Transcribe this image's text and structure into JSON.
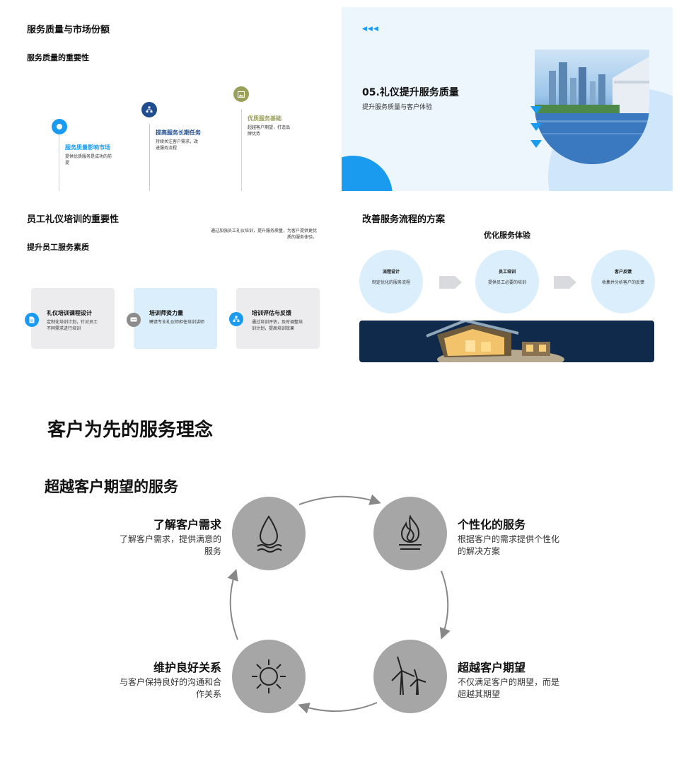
{
  "slide1": {
    "heading": "服务质量与市场份额",
    "subheading": "服务质量的重要性",
    "items": [
      {
        "title": "服务质量影响市场",
        "desc": "提供优质服务是成功的前提",
        "color": "#1a9bf0"
      },
      {
        "title": "提高服务长期任务",
        "desc": "持续关注客户需求，改进服务流程",
        "color": "#1f4d8f"
      },
      {
        "title": "优质服务基础",
        "desc": "超越客户期望，打造品牌优势",
        "color": "#9aa05a"
      }
    ]
  },
  "slide2": {
    "arrows": "◀◀◀",
    "title": "05.礼仪提升服务质量",
    "subtitle": "提升服务质量与客户体验"
  },
  "slide3": {
    "heading": "员工礼仪培训的重要性",
    "subheading": "提升员工服务素质",
    "note": "通过加强员工礼仪培训，提升服务质量，为客户提供更优质的服务体验。",
    "cards": [
      {
        "title": "礼仪培训课程设计",
        "desc": "定制化培训计划，针对员工不同需求进行培训",
        "icon": "document-icon"
      },
      {
        "title": "培训师资力量",
        "desc": "聘请专业礼仪师担任培训讲师",
        "icon": "chat-icon"
      },
      {
        "title": "培训评估与反馈",
        "desc": "通过培训评估，及时调整培训计划，提高培训效果",
        "icon": "org-chart-icon"
      }
    ]
  },
  "slide4": {
    "heading": "改善服务流程的方案",
    "subheading": "优化服务体验",
    "steps": [
      {
        "title": "流程设计",
        "desc": "制定优化的服务流程"
      },
      {
        "title": "员工培训",
        "desc": "提供员工必要的培训"
      },
      {
        "title": "客户反馈",
        "desc": "收集并分析客户的反馈"
      }
    ]
  },
  "slide5": {
    "heading": "客户为先的服务理念",
    "subheading": "超越客户期望的服务",
    "items": [
      {
        "title": "了解客户需求",
        "desc": "了解客户需求，提供满意的服务",
        "icon": "water-drop-icon"
      },
      {
        "title": "个性化的服务",
        "desc": "根据客户的需求提供个性化的解决方案",
        "icon": "flame-icon"
      },
      {
        "title": "维护良好关系",
        "desc": "与客户保持良好的沟通和合作关系",
        "icon": "sun-icon"
      },
      {
        "title": "超越客户期望",
        "desc": "不仅满足客户的期望，而是超越其期望",
        "icon": "wind-turbine-icon"
      }
    ]
  }
}
